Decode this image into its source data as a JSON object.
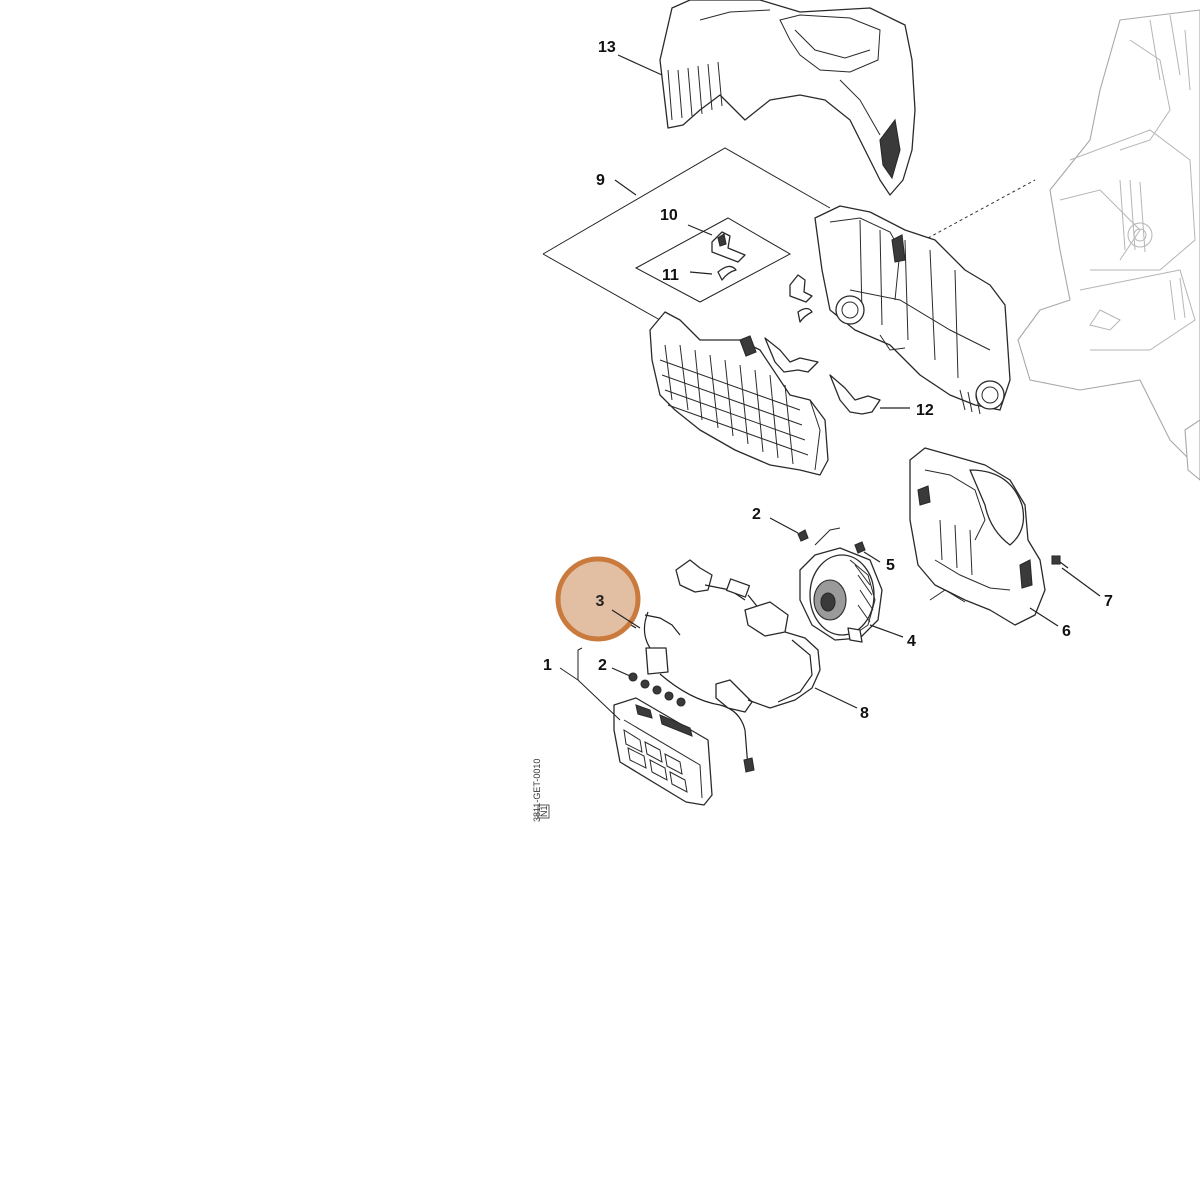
{
  "callouts": {
    "p13": "13",
    "p9": "9",
    "p10": "10",
    "p11": "11",
    "p12": "12",
    "p2a": "2",
    "p5": "5",
    "p7": "7",
    "p4": "4",
    "p6": "6",
    "p3": "3",
    "p1": "1",
    "p2b": "2",
    "p8": "8"
  },
  "drawing_code": "3811-GET-0010",
  "drawing_code_box": "N1",
  "highlight": {
    "label": "3",
    "fill_color": "#e2bfa3",
    "ring_color": "#c97a3c"
  }
}
